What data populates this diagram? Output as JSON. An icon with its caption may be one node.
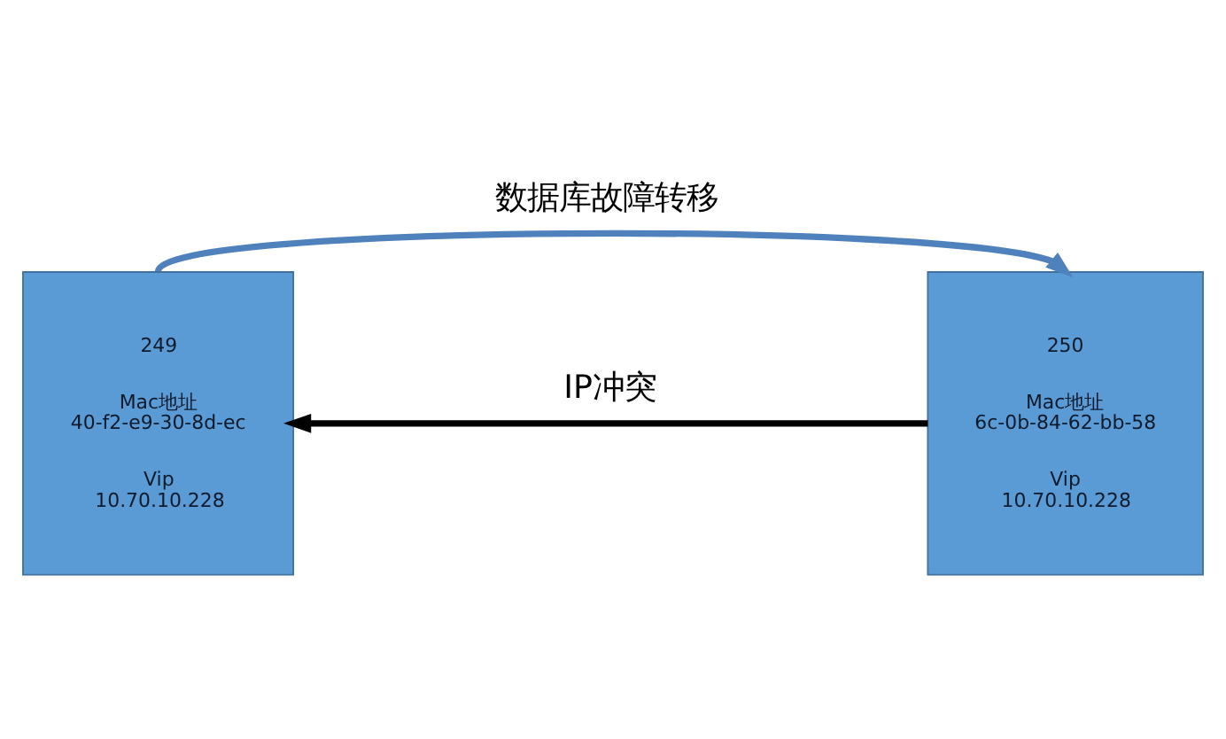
{
  "diagram": {
    "nodes": [
      {
        "text": [
          "249",
          "Mac地址 40-f2-e9-30-8d-ec",
          "Vip 10.70.10.228"
        ]
      },
      {
        "text": [
          "250",
          "Mac地址 6c-0b-84-62-bb-58",
          "Vip 10.70.10.228"
        ]
      }
    ],
    "edges": [
      {
        "from": 0,
        "to": 1,
        "arrow": "to",
        "label": "数据库故障转移",
        "color": "#4f81bd"
      },
      {
        "from": 1,
        "to": 0,
        "arrow": "to",
        "label": "IP冲突",
        "color": "#000000"
      }
    ]
  }
}
